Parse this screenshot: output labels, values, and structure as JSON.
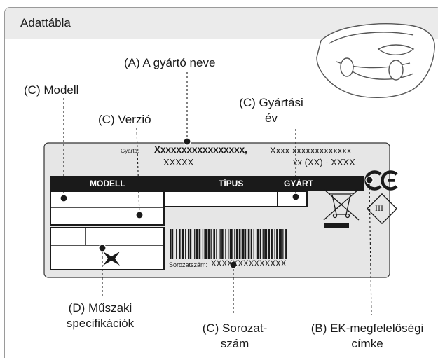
{
  "header": {
    "title": "Adattábla"
  },
  "callouts": {
    "manufacturer": "(A) A gyártó neve",
    "model": "(C) Modell",
    "version": "(C) Verzió",
    "year_line1": "(C) Gyártási",
    "year_line2": "év",
    "tech_line1": "(D) Műszaki",
    "tech_line2": "specifikációk",
    "serial_line1": "(C) Sorozat-",
    "serial_line2": "szám",
    "ce_line1": "(B) EK-megfelelőségi",
    "ce_line2": "címke"
  },
  "plate": {
    "maker_prefix": "Gyártó:",
    "maker_name": "Xxxxxxxxxxxxxxxxx,",
    "maker_address_1": "Xxxx xxxxxxxxxxxxx",
    "maker_address_2": "XXXXX",
    "maker_address_3": "xx (XX) - XXXX",
    "col_model": "MODELL",
    "col_type": "TÍPUS",
    "col_year": "GYÁRT",
    "serial_label": "Sorozatszám:",
    "serial_value": "XXXXXXXXXXXXXX",
    "class_mark": "III",
    "ce_mark": "CE"
  },
  "colors": {
    "header_bg": "#ebebeb",
    "frame": "#9a9a9a",
    "plate_bg": "#e6e6e6",
    "bar": "#1a1a1a"
  },
  "icons": [
    "mower-icon",
    "weee-bin-icon",
    "class-iii-icon",
    "ce-mark-icon",
    "fan-icon",
    "barcode-icon"
  ]
}
